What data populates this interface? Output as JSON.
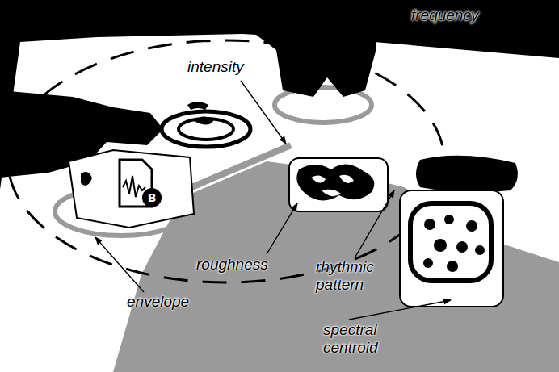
{
  "diagram": {
    "labels": [
      "intensity",
      "frequency",
      "roughness",
      "rhythmic pattern",
      "envelope",
      "spectral centroid",
      "B"
    ]
  }
}
